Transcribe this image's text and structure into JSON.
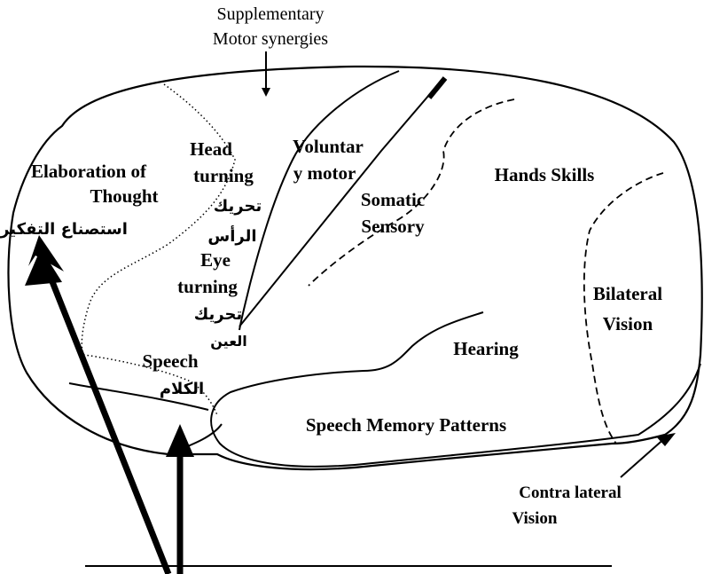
{
  "labels": {
    "supplementary_line1": "Supplementary",
    "supplementary_line2": "Motor synergies",
    "elaboration_line1": "Elaboration of",
    "elaboration_line2": "Thought",
    "elaboration_ar": "استصناع التفكير",
    "head_line1": "Head",
    "head_line2": "turning",
    "head_ar_line1": "تحريك",
    "head_ar_line2": "الرأس",
    "voluntary_line1": "Voluntar",
    "voluntary_line2": "y motor",
    "somatic_line1": "Somatic",
    "somatic_line2": "Sensory",
    "hands": "Hands Skills",
    "eye_line1": "Eye",
    "eye_line2": "turning",
    "eye_ar_line1": "تحريك",
    "eye_ar_line2": "العين",
    "bilateral_line1": "Bilateral",
    "bilateral_line2": "Vision",
    "hearing": "Hearing",
    "speech": "Speech",
    "speech_ar": "الكلام",
    "speech_memory": "Speech Memory Patterns",
    "contra_line1": "Contra lateral",
    "contra_line2": "Vision"
  }
}
